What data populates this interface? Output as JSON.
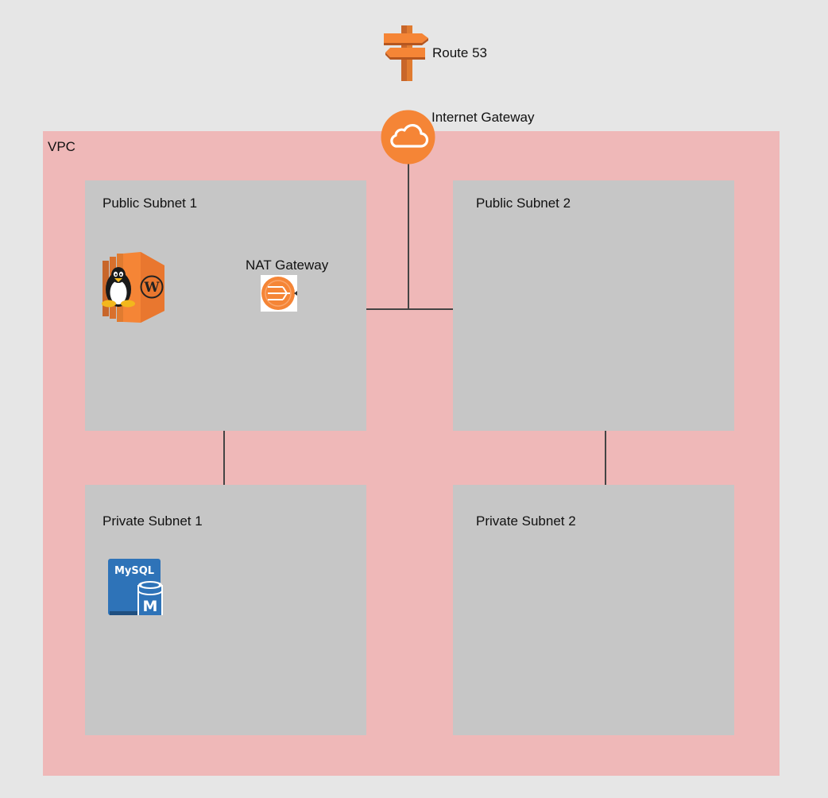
{
  "route53": {
    "label": "Route 53",
    "icon": "route53-signpost-icon"
  },
  "internet_gateway": {
    "label": "Internet Gateway",
    "icon": "cloud-icon"
  },
  "vpc": {
    "label": "VPC",
    "color": "#efb8b8"
  },
  "subnets": {
    "public_1": {
      "label": "Public Subnet 1"
    },
    "public_2": {
      "label": "Public Subnet 2"
    },
    "private_1": {
      "label": "Private Subnet 1"
    },
    "private_2": {
      "label": "Private Subnet 2"
    }
  },
  "nat_gateway": {
    "label": "NAT Gateway",
    "icon": "nat-gateway-icon"
  },
  "ec2_instance": {
    "icons": [
      "linux-penguin-icon",
      "wordpress-icon"
    ]
  },
  "rds": {
    "icon": "mysql-database-icon",
    "badge": "MySQL",
    "letter": "M"
  },
  "colors": {
    "background": "#e6e6e6",
    "subnet": "#c6c6c6",
    "aws_orange": "#f58536",
    "rds_blue": "#2e73b8"
  }
}
